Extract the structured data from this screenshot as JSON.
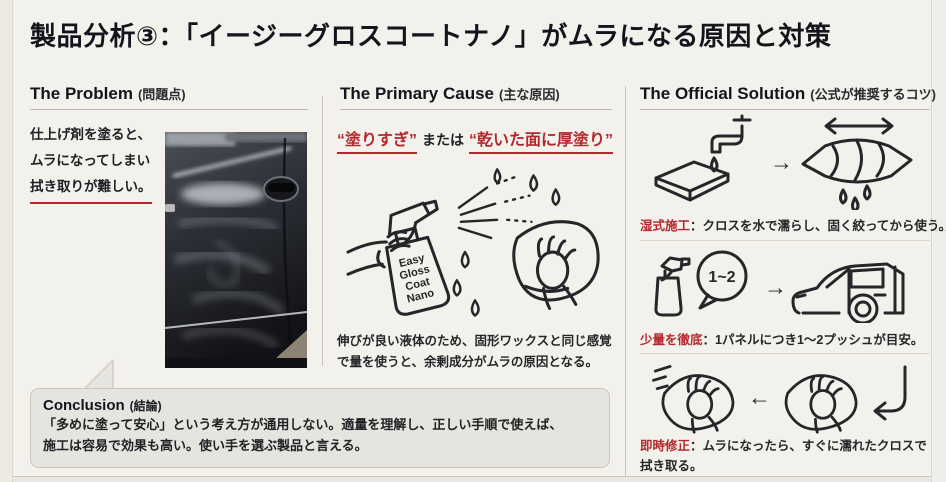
{
  "title": "製品分析③：「イージーグロスコートナノ」がムラになる原因と対策",
  "colors": {
    "background": "#f3f1eb",
    "ink": "#14141d",
    "accent_red": "#b3272d",
    "divider": "#c9c6bf",
    "conclusion_bg": "#e6e4de"
  },
  "icons": {
    "arrow_right": "→",
    "arrow_left": "←",
    "arrow_both": "↔"
  },
  "problem": {
    "heading": "The Problem",
    "heading_note": "(問題点)",
    "line1": "仕上げ剤を塗ると、",
    "line2": "ムラになってしまい",
    "line3": "拭き取りが難しい。"
  },
  "cause": {
    "heading": "The Primary Cause",
    "heading_note": "(主な原因)",
    "phrase1": "“塗りすぎ”",
    "connector": "または",
    "phrase2": "“乾いた面に厚塗り”",
    "bottle_label": [
      "Easy",
      "Gloss",
      "Coat",
      "Nano"
    ],
    "body_line1": "伸びが良い液体のため、固形ワックスと同じ感覚",
    "body_line2": "で量を使うと、余剰成分がムラの原因となる。"
  },
  "solution": {
    "heading": "The Official Solution",
    "heading_note": "(公式が推奨するコツ)",
    "steps": [
      {
        "label": "湿式施工",
        "text": "：クロスを水で濡らし、固く絞ってから使う。"
      },
      {
        "label": "少量を徹底",
        "text": "：1パネルにつき1〜2プッシュが目安。",
        "badge": "1~2"
      },
      {
        "label": "即時修正",
        "text_line1": "：ムラになったら、すぐに濡れたクロスで",
        "text_line2": "拭き取る。"
      }
    ]
  },
  "conclusion": {
    "heading": "Conclusion",
    "heading_note": "(結論)",
    "line1": "「多めに塗って安心」という考え方が通用しない。適量を理解し、正しい手順で使えば、",
    "line2": "施工は容易で効果も高い。使い手を選ぶ製品と言える。"
  }
}
